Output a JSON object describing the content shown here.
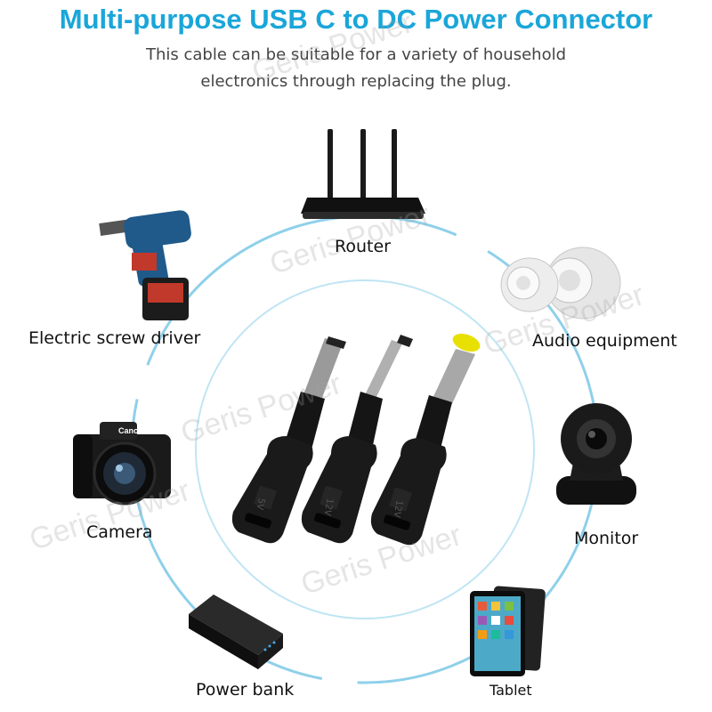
{
  "header": {
    "title": "Multi-purpose USB C to DC Power Connector",
    "subtitle_line1": "This cable can be suitable for a variety of household",
    "subtitle_line2": "electronics through replacing the plug."
  },
  "devices": {
    "router": "Router",
    "audio": "Audio equipment",
    "monitor": "Monitor",
    "tablet": "Tablet",
    "power_bank": "Power bank",
    "camera": "Camera",
    "screwdriver": "Electric screw driver"
  },
  "connectors": {
    "label_1": "5V",
    "label_2": "12V",
    "label_3": "12V"
  },
  "camera_brand": "Canon",
  "watermark_text": "Geris Power",
  "colors": {
    "title": "#1aa6d9",
    "ring": "#8fd0ea",
    "connector_tip_yellow": "#e8e000"
  }
}
